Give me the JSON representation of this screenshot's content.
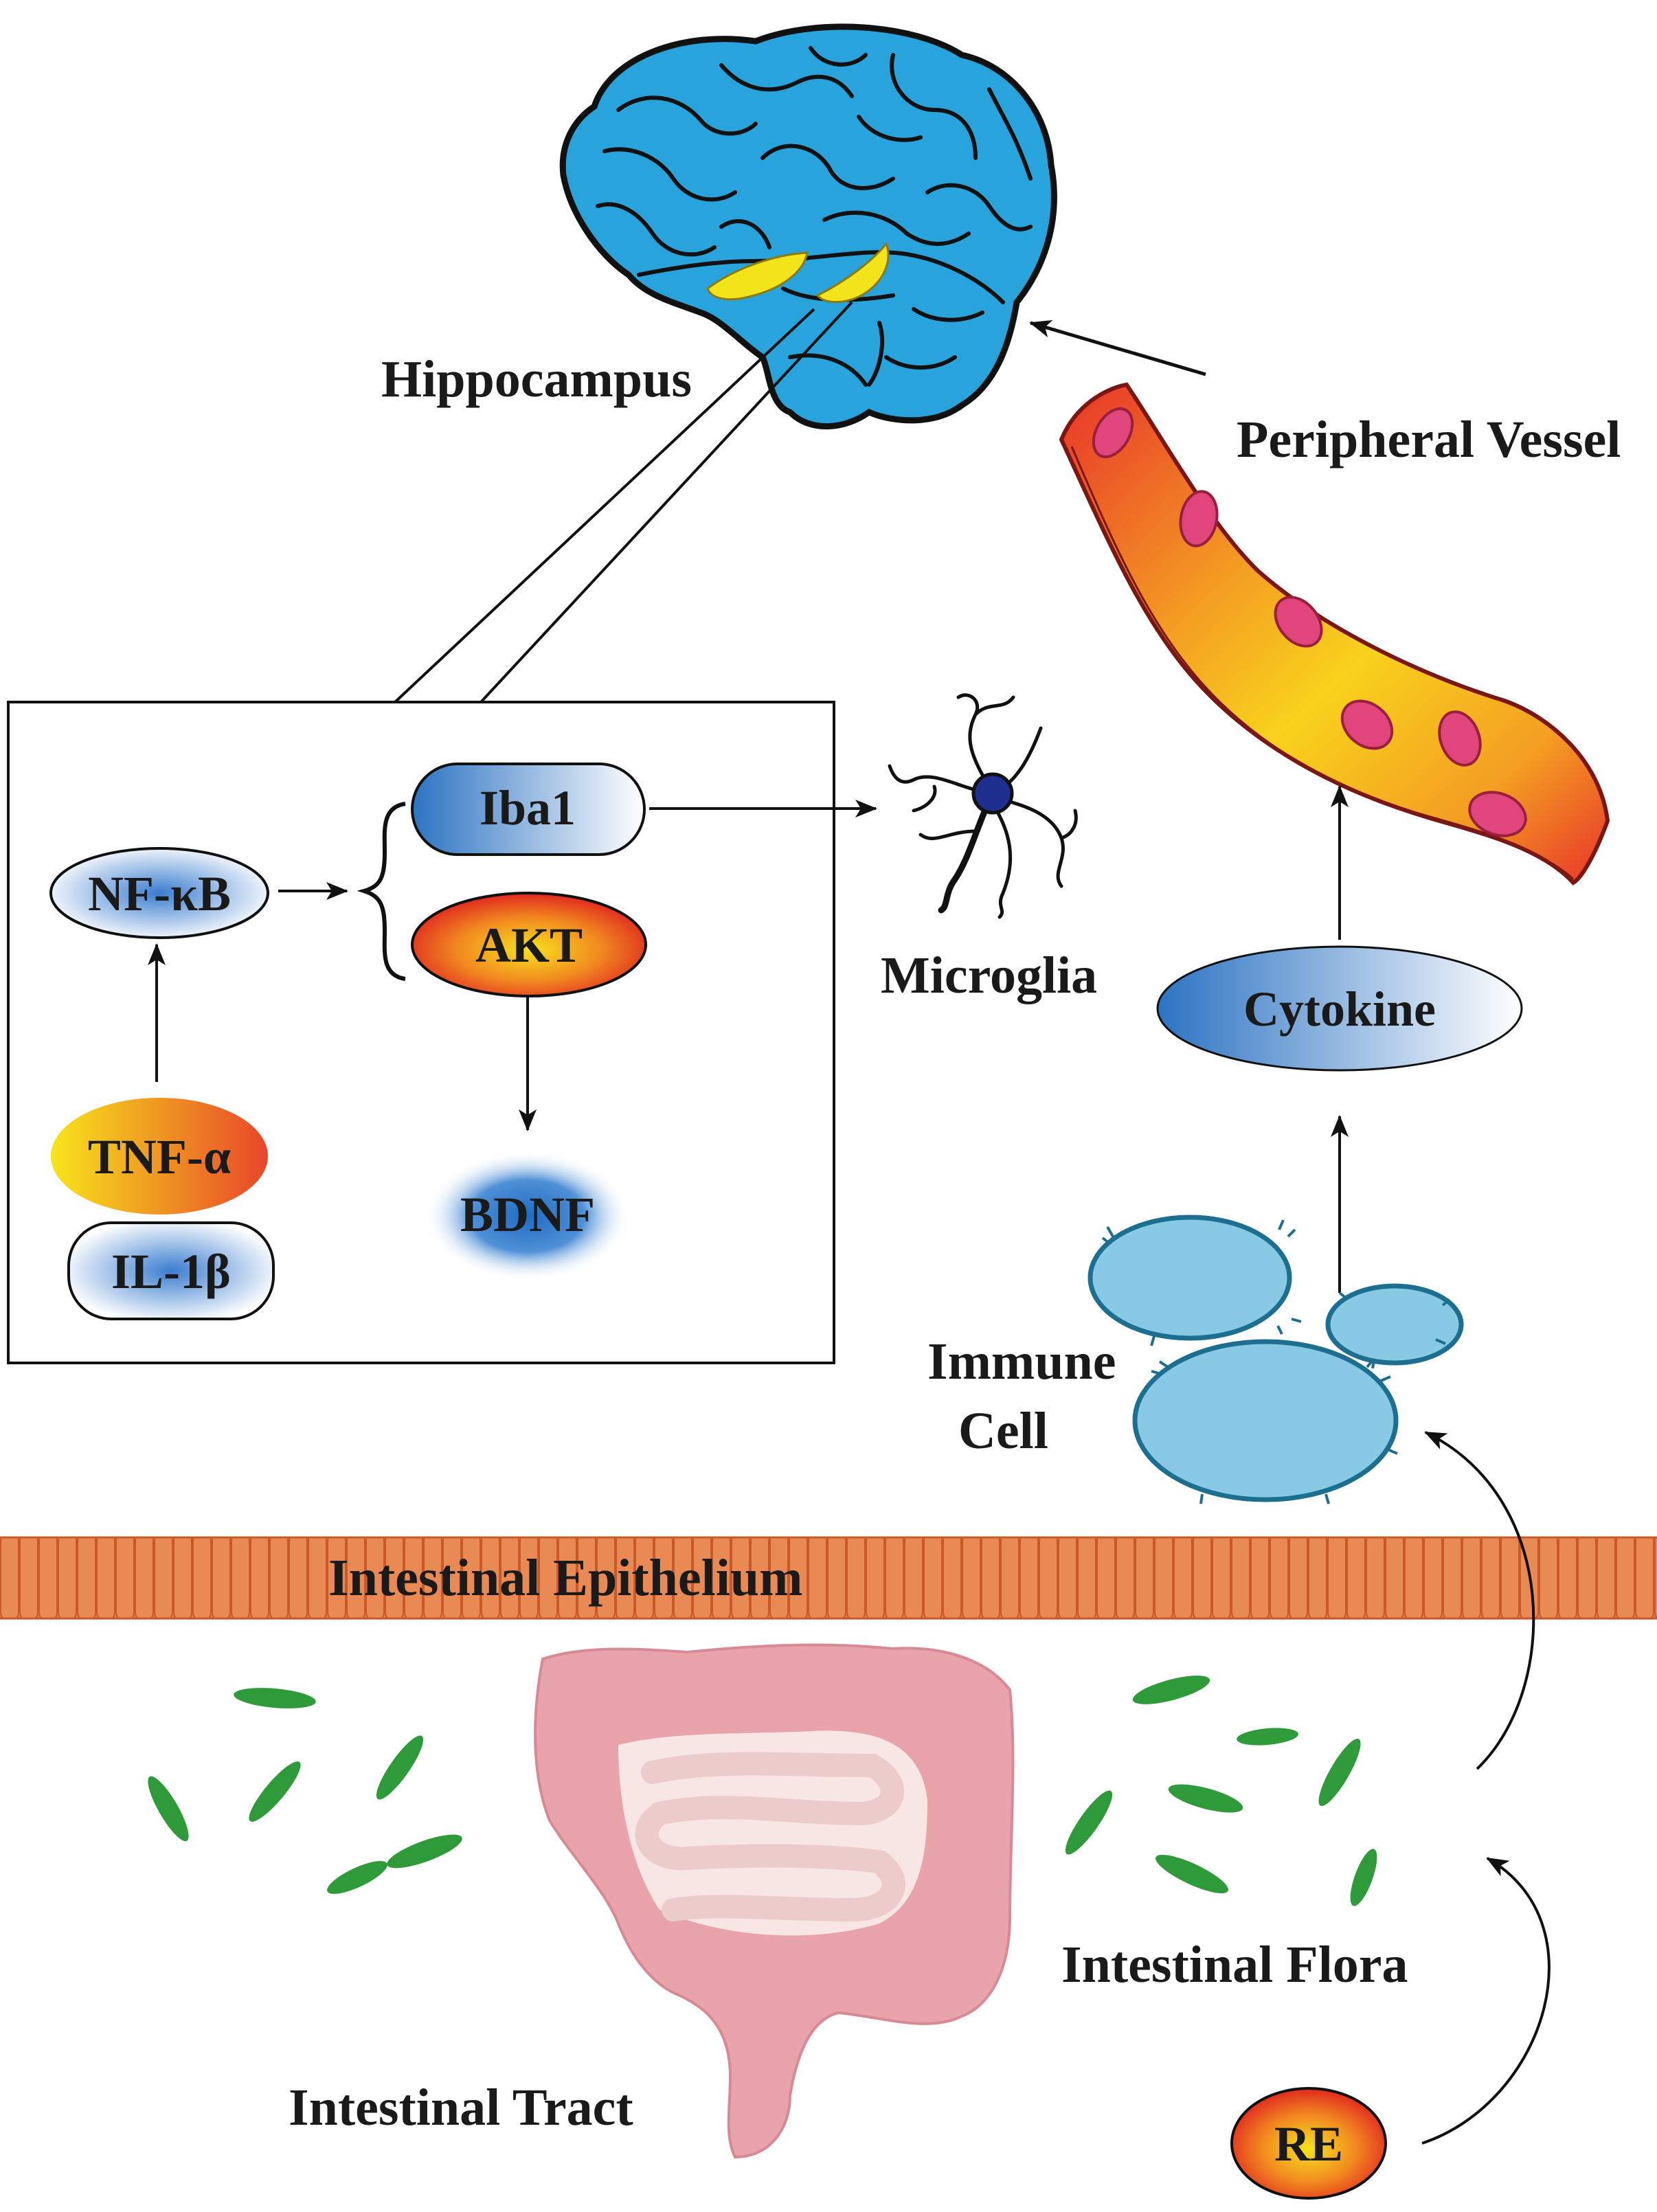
{
  "labels": {
    "hippocampus": "Hippocampus",
    "peripheral_vessel": "Peripheral  Vessel",
    "microglia": "Microglia",
    "immune_cell_line1": "Immune",
    "immune_cell_line2": "Cell",
    "intestinal_epithelium": "Intestinal  Epithelium",
    "intestinal_flora": "Intestinal  Flora",
    "intestinal_tract": "Intestinal  Tract"
  },
  "nodes": {
    "nf_kb": "NF-κB",
    "iba1": "Iba1",
    "akt": "AKT",
    "bdnf": "BDNF",
    "tnf_a": "TNF-α",
    "il_1b": "IL-1β",
    "cytokine": "Cytokine",
    "re": "RE"
  },
  "colors": {
    "brain": "#29a3dc",
    "hippocampus": "#f2e31a",
    "epithelium": "#e87a45",
    "bacteria": "#2f9a3a",
    "intestine": "#e8a3ab",
    "immune_cell": "#88c9e6",
    "vessel_red": "#e8332a",
    "vessel_yellow": "#f8c81c",
    "blood_cell": "#e0457c"
  }
}
